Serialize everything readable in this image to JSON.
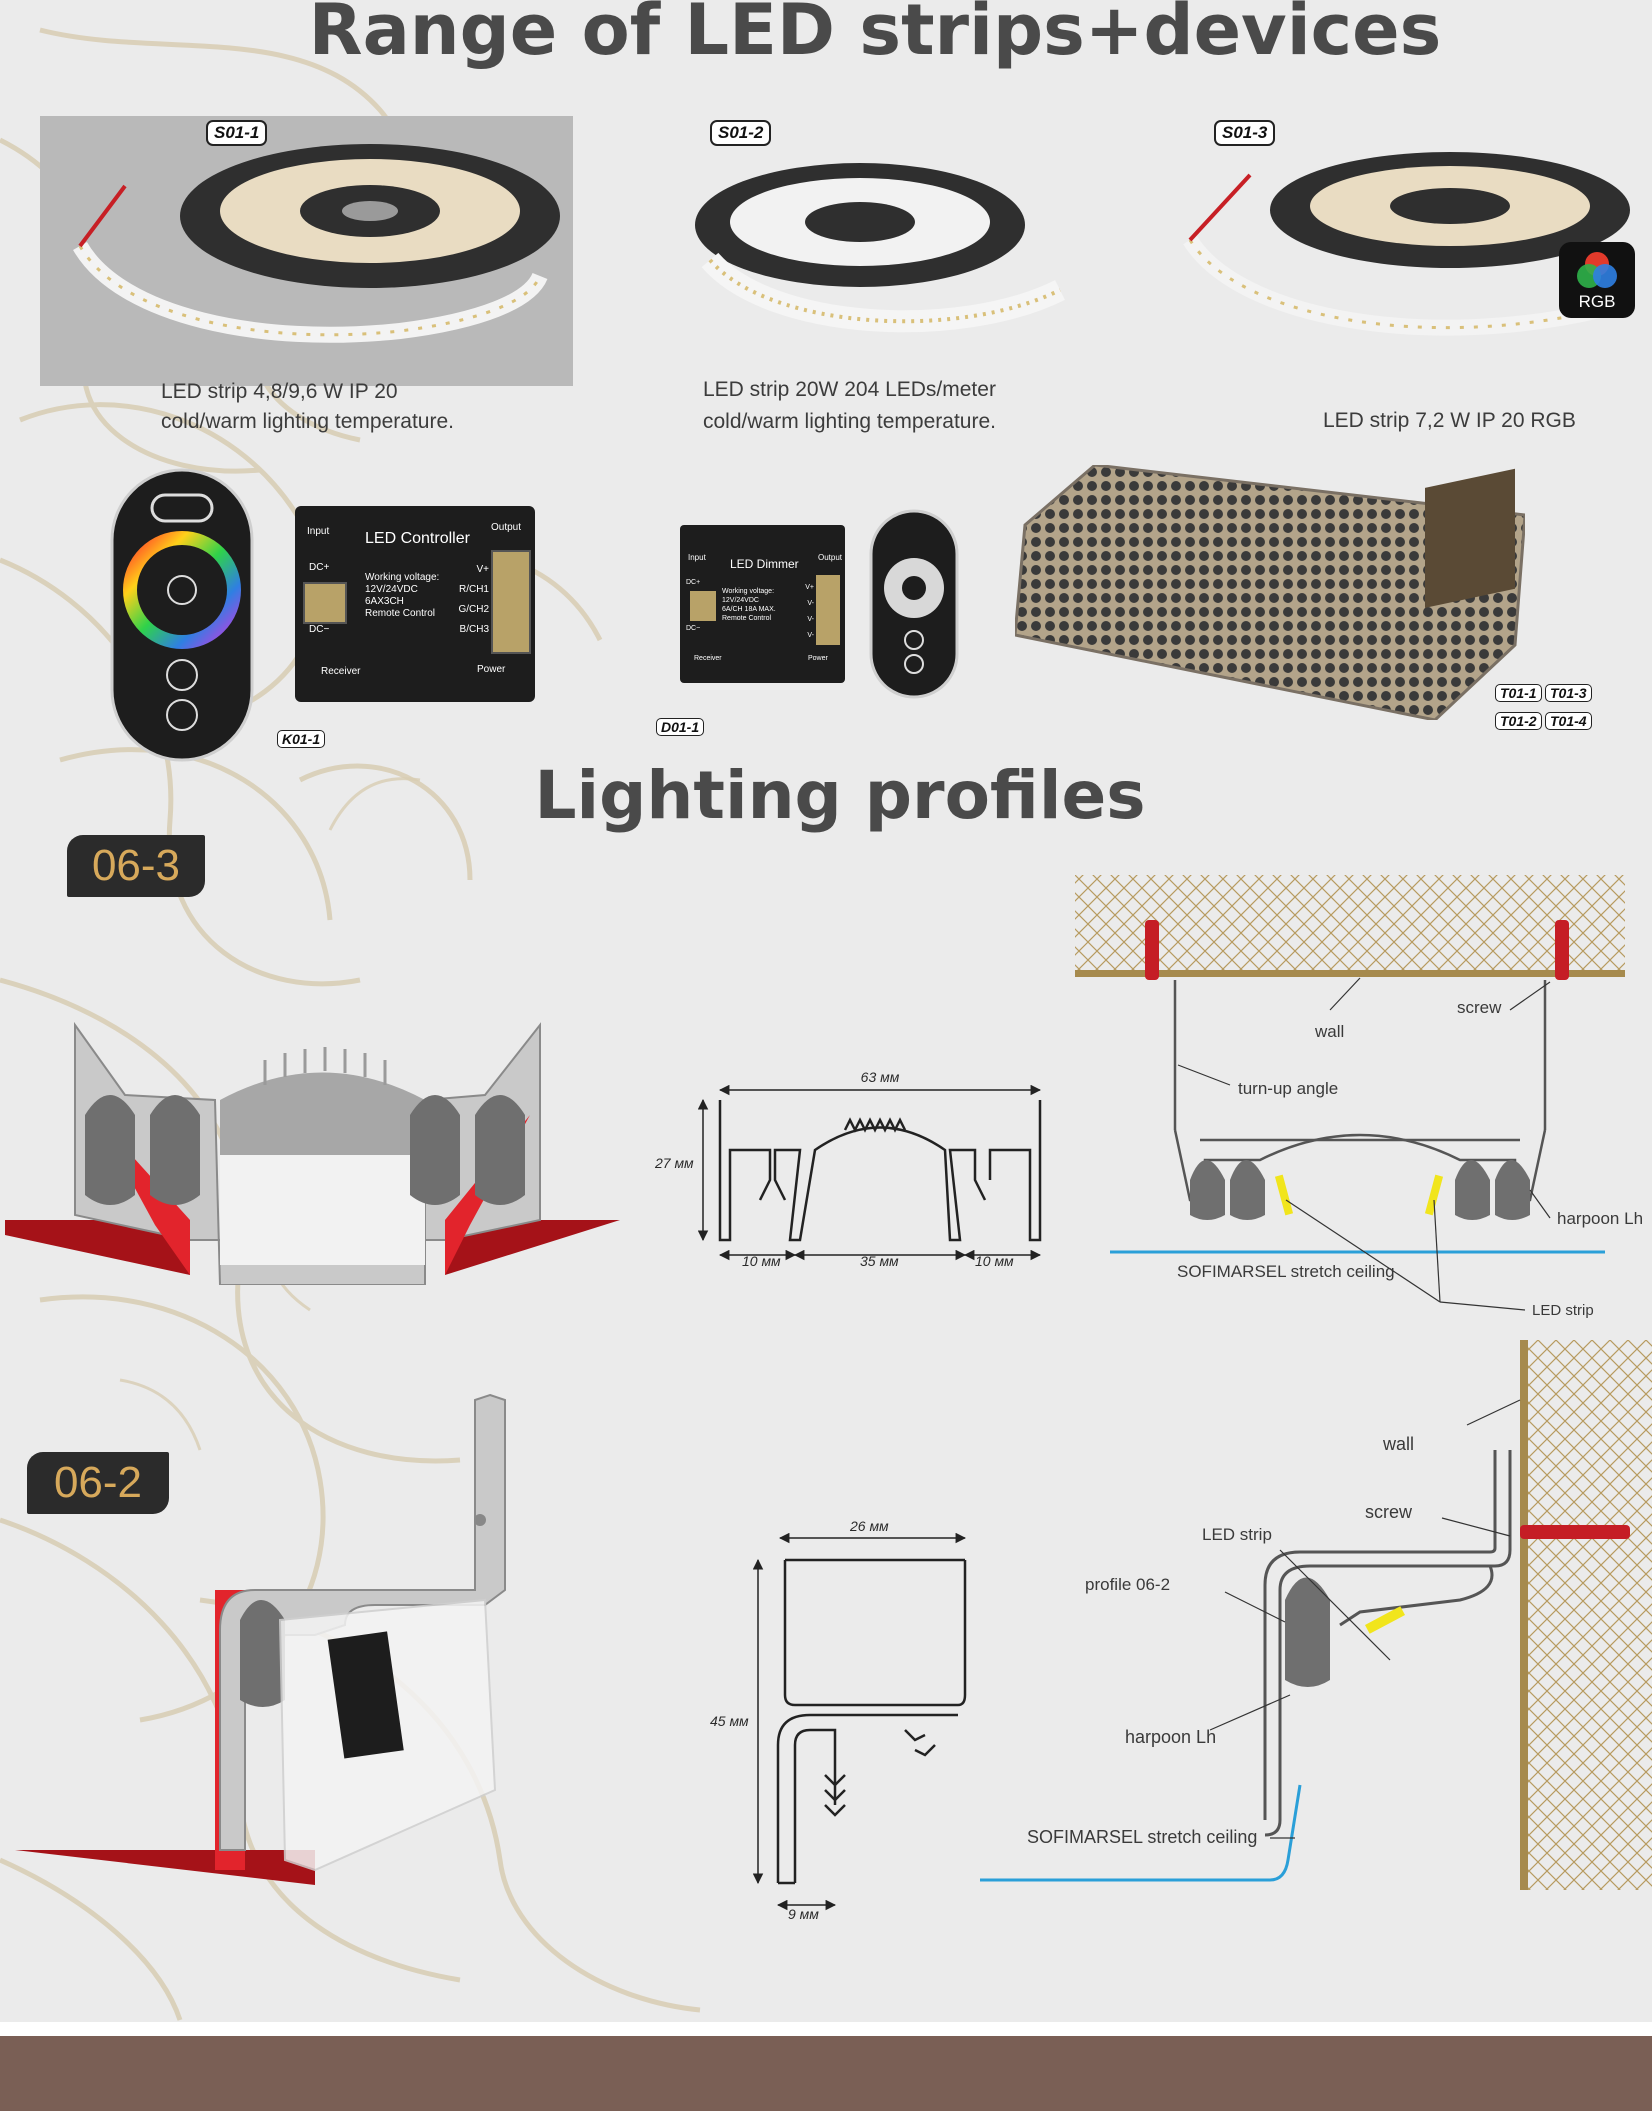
{
  "titles": {
    "range": "Range of LED strips+devices",
    "profiles": "Lighting profiles"
  },
  "products": {
    "s01_1": {
      "code": "S01-1",
      "line1": "LED strip 4,8/9,6 W IP 20",
      "line2": "cold/warm lighting temperature."
    },
    "s01_2": {
      "code": "S01-2",
      "line1": "LED strip 20W 204 LEDs/meter",
      "line2": "cold/warm lighting temperature."
    },
    "s01_3": {
      "code": "S01-3",
      "line1": "LED strip 7,2 W IP 20 RGB",
      "rgb_badge": "RGB"
    },
    "k01_1": {
      "code": "K01-1"
    },
    "d01_1": {
      "code": "D01-1"
    },
    "t01": {
      "codes": [
        "T01-1",
        "T01-3",
        "T01-2",
        "T01-4"
      ]
    }
  },
  "devices": {
    "controller": {
      "title": "LED Controller",
      "input": "Input",
      "output": "Output",
      "specs": [
        "Working voltage:",
        "12V/24VDC",
        "6AX3CH",
        "Remote Control"
      ],
      "channels": [
        "V+",
        "R/CH1",
        "G/CH2",
        "B/CH3"
      ],
      "dcp": "DC+",
      "dcm": "DC−",
      "receiver": "Receiver",
      "power": "Power"
    },
    "dimmer": {
      "title": "LED Dimmer",
      "input": "Input",
      "output": "Output",
      "specs": [
        "Working voltage:",
        "12V/24VDC",
        "6A/CH 18A MAX.",
        "Remote Control"
      ],
      "channels": [
        "V+",
        "V-",
        "V-",
        "V-"
      ],
      "dcp": "DC+",
      "dcm": "DC−",
      "receiver": "Receiver",
      "power": "Power"
    }
  },
  "profile_06_3": {
    "badge": "06-3",
    "dims": {
      "width": "63 мм",
      "height": "27 мм",
      "left": "10 мм",
      "center": "35 мм",
      "right": "10 мм"
    },
    "labels": {
      "screw": "screw",
      "wall": "wall",
      "turn_up_angle": "turn-up angle",
      "harpoon": "harpoon Lh",
      "ceiling": "SOFIMARSEL stretch ceiling",
      "led_strip": "LED strip"
    }
  },
  "profile_06_2": {
    "badge": "06-2",
    "dims": {
      "width": "26 мм",
      "height": "45 мм",
      "bottom": "9 мм"
    },
    "labels": {
      "wall": "wall",
      "screw": "screw",
      "led_strip": "LED strip",
      "profile": "profile 06-2",
      "harpoon": "harpoon Lh",
      "ceiling": "SOFIMARSEL stretch ceiling"
    }
  },
  "colors": {
    "background": "#ebebeb",
    "ornament": "#d8cdb3",
    "badge_bg": "#2b2b2b",
    "badge_text": "#d7a95b",
    "footer": "#7a5f55",
    "ceiling_red": "#c0161f",
    "ceiling_blue": "#2a9fd8",
    "led_yellow": "#f1e51c"
  }
}
